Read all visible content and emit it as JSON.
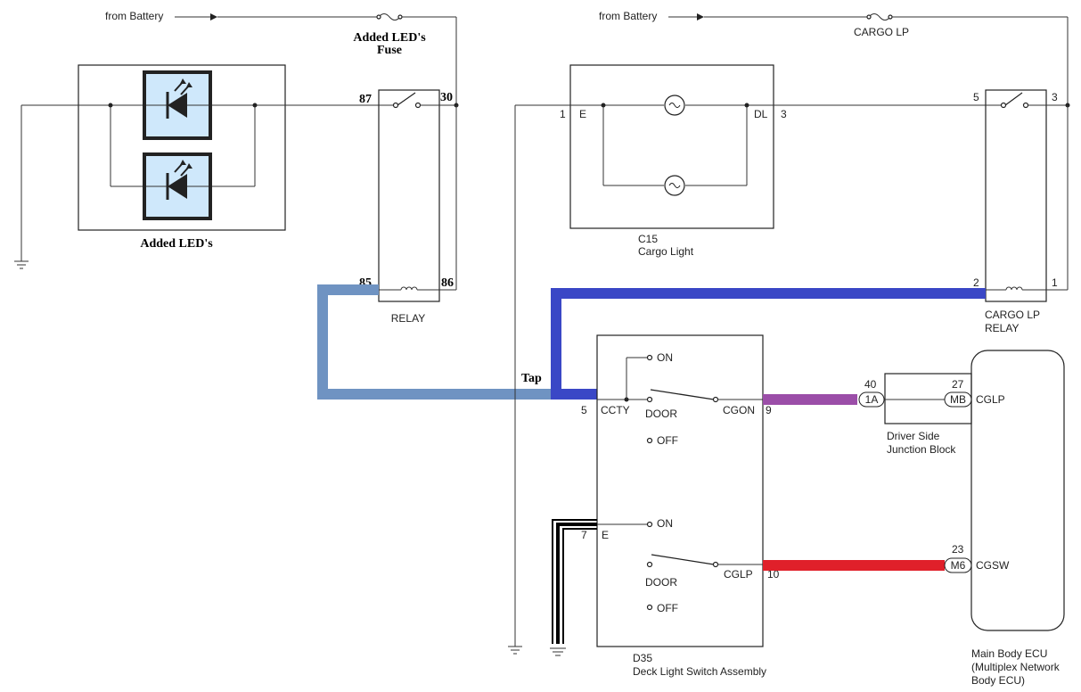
{
  "labels": {
    "from_battery_left": "from Battery",
    "from_battery_right": "from Battery",
    "added_fuse_line1": "Added LED's",
    "added_fuse_line2": "Fuse",
    "cargo_lp_fuse": "CARGO LP",
    "added_leds": "Added LED's",
    "relay": "RELAY",
    "c15_code": "C15",
    "c15_name": "Cargo Light",
    "cargo_relay_line1": "CARGO LP",
    "cargo_relay_line2": "RELAY",
    "tap": "Tap",
    "d35_code": "D35",
    "d35_name": "Deck Light Switch Assembly",
    "junction_line1": "Driver Side",
    "junction_line2": "Junction Block",
    "ecu_line1": "Main Body ECU",
    "ecu_line2": "(Multiplex Network",
    "ecu_line3": "Body ECU)"
  },
  "pins": {
    "relay_87": "87",
    "relay_30": "30",
    "relay_85": "85",
    "relay_86": "86",
    "c15_1": "1",
    "c15_e": "E",
    "c15_dl": "DL",
    "c15_3": "3",
    "cargo_relay_5": "5",
    "cargo_relay_3": "3",
    "cargo_relay_2": "2",
    "cargo_relay_1": "1",
    "d35_5": "5",
    "d35_ccty": "CCTY",
    "d35_cgon": "CGON",
    "d35_9": "9",
    "d35_7": "7",
    "d35_e": "E",
    "d35_cglp": "CGLP",
    "d35_10": "10",
    "jb_40": "40",
    "jb_1a": "1A",
    "jb_27": "27",
    "jb_mb": "MB",
    "jb_cglp": "CGLP",
    "ecu_23": "23",
    "ecu_m6": "M6",
    "ecu_cgsw": "CGSW"
  },
  "switch_positions": {
    "upper_on": "ON",
    "upper_door": "DOOR",
    "upper_off": "OFF",
    "lower_on": "ON",
    "lower_door": "DOOR",
    "lower_off": "OFF"
  },
  "colors": {
    "added_wire": "#6f93c2",
    "cargo_relay_wire": "#3a47c6",
    "cgon_wire": "#9b4ea8",
    "cglp_wire": "#e0202a",
    "led_fill": "#cfe8fb",
    "ground_wire": "#000000"
  },
  "icons": {
    "led": "led-icon",
    "lamp": "lamp-icon",
    "fuse": "fuse-icon",
    "ground": "ground-icon",
    "coil": "coil-icon"
  }
}
